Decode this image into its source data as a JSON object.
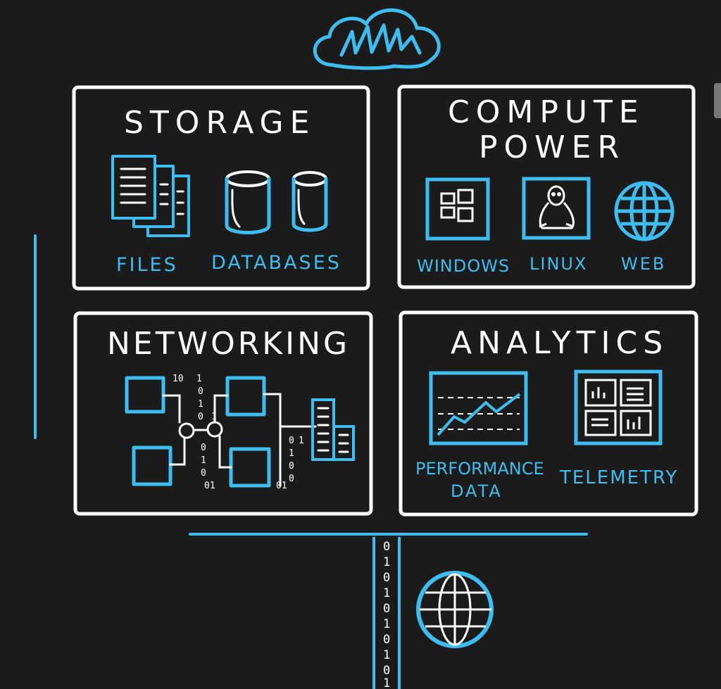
{
  "colors": {
    "background": "#1b1b1b",
    "stroke_white": "#ffffff",
    "accent_blue": "#3ebdf0"
  },
  "panels": {
    "storage": {
      "title": "STORAGE",
      "items": [
        {
          "label": "FILES",
          "icon": "files-icon"
        },
        {
          "label": "DATABASES",
          "icon": "database-icon"
        }
      ]
    },
    "compute": {
      "title_line1": "COMPUTE",
      "title_line2": "POWER",
      "items": [
        {
          "label": "WINDOWS",
          "icon": "windows-icon"
        },
        {
          "label": "LINUX",
          "icon": "linux-icon"
        },
        {
          "label": "WEB",
          "icon": "globe-icon"
        }
      ]
    },
    "networking": {
      "title": "NETWORKING",
      "bits": [
        "10",
        "1",
        "0",
        "1",
        "0",
        "0",
        "1",
        "0",
        "1",
        "01",
        "0",
        "1",
        "0",
        "1",
        "0",
        "01"
      ]
    },
    "analytics": {
      "title": "ANALYTICS",
      "items": [
        {
          "label_line1": "PERFORMANCE",
          "label_line2": "DATA",
          "icon": "line-chart-icon"
        },
        {
          "label": "TELEMETRY",
          "icon": "dashboard-icon"
        }
      ]
    }
  },
  "binary_stream": [
    "0",
    "1",
    "0",
    "1",
    "0",
    "1",
    "0",
    "1",
    "0",
    "1"
  ],
  "icons": {
    "top": "cloud-icon",
    "bottom": "globe-icon"
  }
}
